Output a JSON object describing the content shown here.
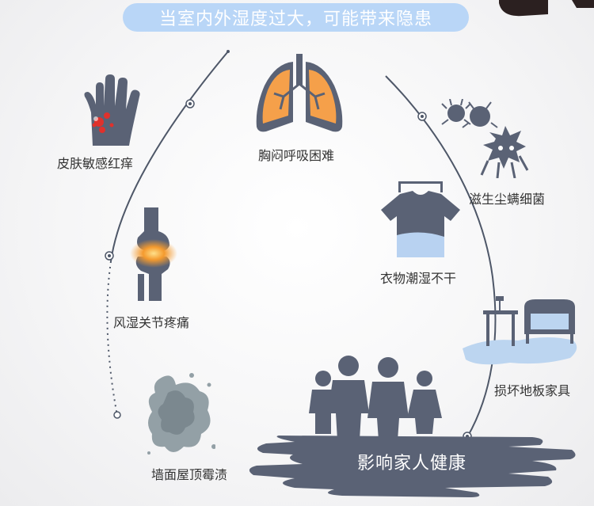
{
  "header": {
    "title": "当室内外湿度过大，可能带来隐患"
  },
  "items": [
    {
      "label": "皮肤敏感红痒",
      "icon": "hand-rash-icon"
    },
    {
      "label": "胸闷呼吸困难",
      "icon": "lungs-icon"
    },
    {
      "label": "滋生尘螨细菌",
      "icon": "dust-mite-icon"
    },
    {
      "label": "风湿关节疼痛",
      "icon": "knee-joint-icon"
    },
    {
      "label": "衣物潮湿不干",
      "icon": "wet-shirt-icon"
    },
    {
      "label": "损坏地板家具",
      "icon": "flooded-furniture-icon"
    },
    {
      "label": "墙面屋顶霉渍",
      "icon": "mold-stain-icon"
    }
  ],
  "footer": {
    "label": "影响家人健康",
    "icon": "family-icon"
  },
  "colors": {
    "icon_gray": "#5a6275",
    "accent_blue": "#b9d6f7",
    "rash_red": "#e0312c",
    "lung_orange": "#f5a04a",
    "water_blue": "#bcd5f0"
  }
}
